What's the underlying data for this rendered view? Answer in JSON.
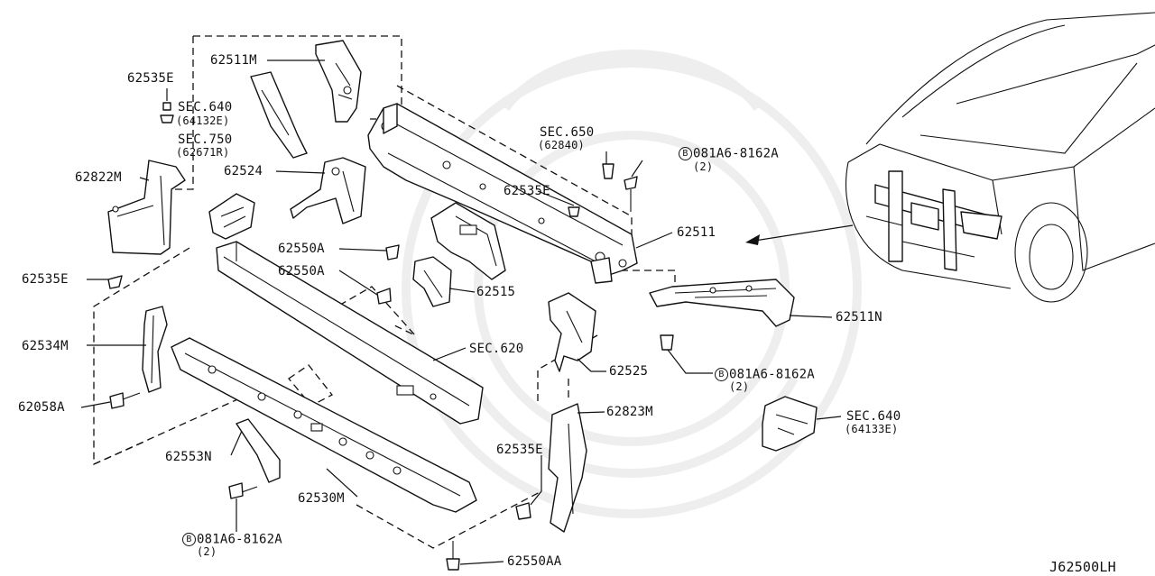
{
  "diagram_code": "J62500LH",
  "labels": {
    "l_62535E_top": "62535E",
    "l_sec640_a": "SEC.640",
    "l_sec640_a_sub": "(64132E)",
    "l_sec750": "SEC.750",
    "l_sec750_sub": "(62671R)",
    "l_62822M": "62822M",
    "l_62535E_left": "62535E",
    "l_62511M": "62511M",
    "l_62524": "62524",
    "l_sec650": "SEC.650",
    "l_sec650_sub": "(62840)",
    "l_081A6_top": "081A6-8162A",
    "l_081A6_top_qty": "(2)",
    "l_62535E_mid": "62535E",
    "l_62511": "62511",
    "l_62550A_1": "62550A",
    "l_62550A_2": "62550A",
    "l_62515": "62515",
    "l_62511N": "62511N",
    "l_62534M": "62534M",
    "l_sec620": "SEC.620",
    "l_62525": "62525",
    "l_081A6_mid": "081A6-8162A",
    "l_081A6_mid_qty": "(2)",
    "l_62058A": "62058A",
    "l_62823M": "62823M",
    "l_sec640_b": "SEC.640",
    "l_sec640_b_sub": "(64133E)",
    "l_62553N": "62553N",
    "l_62535E_bot": "62535E",
    "l_62530M": "62530M",
    "l_081A6_bot": "081A6-8162A",
    "l_081A6_bot_qty": "(2)",
    "l_62550AA": "62550AA"
  },
  "bolt_marker": "B"
}
